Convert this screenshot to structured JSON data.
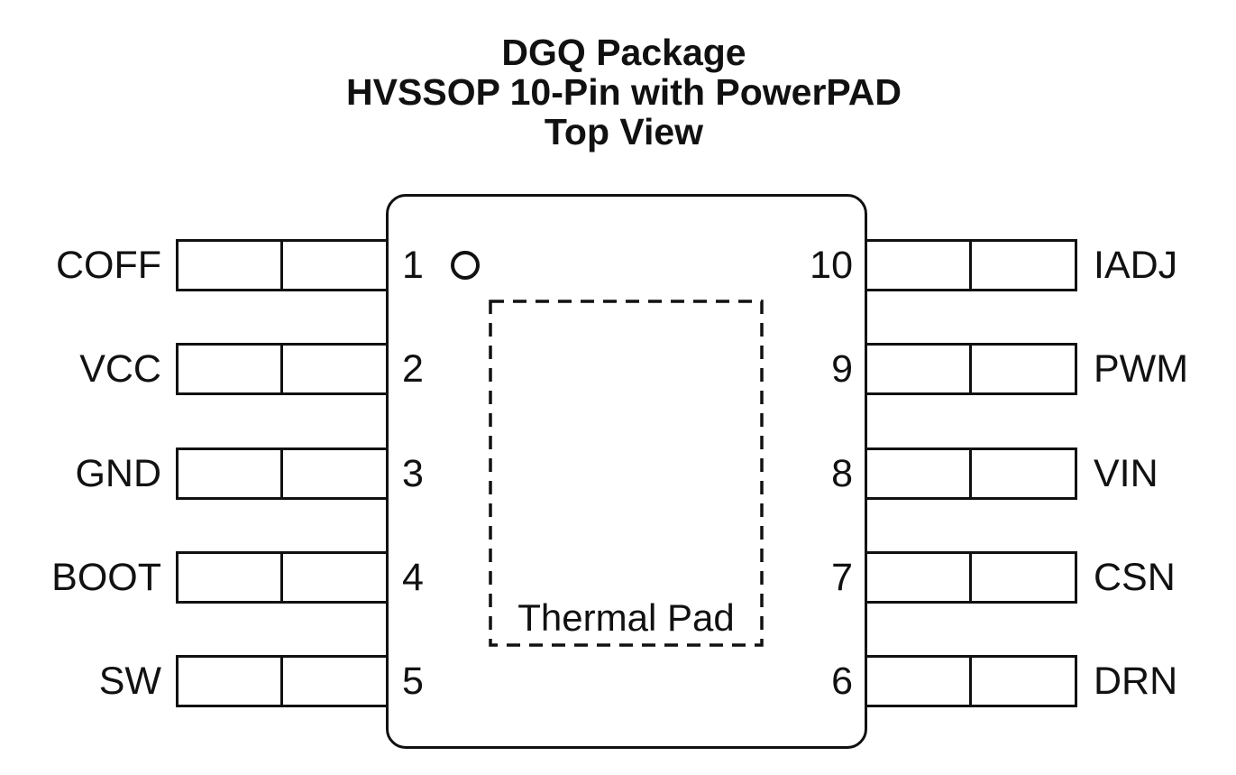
{
  "figure": {
    "title_line1": "DGQ Package",
    "title_line2": "HVSSOP 10-Pin with PowerPAD",
    "title_line3": "Top View"
  },
  "chip": {
    "thermal_pad_label": "Thermal Pad",
    "left_pins": [
      {
        "number": "1",
        "name": "COFF"
      },
      {
        "number": "2",
        "name": "VCC"
      },
      {
        "number": "3",
        "name": "GND"
      },
      {
        "number": "4",
        "name": "BOOT"
      },
      {
        "number": "5",
        "name": "SW"
      }
    ],
    "right_pins": [
      {
        "number": "10",
        "name": "IADJ"
      },
      {
        "number": "9",
        "name": "PWM"
      },
      {
        "number": "8",
        "name": "VIN"
      },
      {
        "number": "7",
        "name": "CSN"
      },
      {
        "number": "6",
        "name": "DRN"
      }
    ]
  },
  "colors": {
    "line": "#111111",
    "text": "#111111",
    "background": "#ffffff"
  }
}
